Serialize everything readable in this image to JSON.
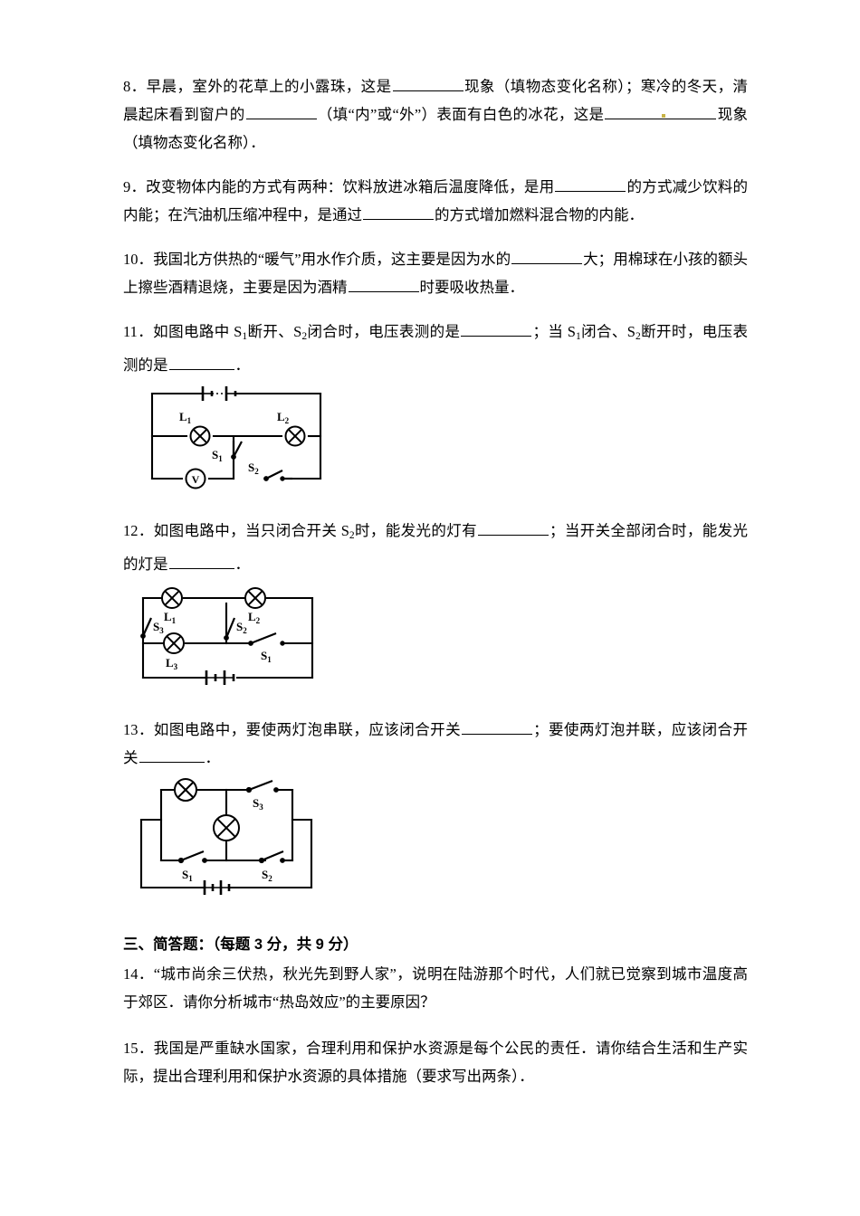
{
  "document": {
    "type": "physics-exam-page",
    "language": "zh-CN"
  },
  "questions": [
    {
      "id": "q8",
      "number": "8",
      "sep": "．",
      "parts": [
        {
          "t": "text",
          "v": "早晨，室外的花草上的小露珠，这是"
        },
        {
          "t": "blank",
          "w": "w1"
        },
        {
          "t": "text",
          "v": "现象（填物态变化名称）；寒冷的冬天，清晨起床看到窗户的"
        },
        {
          "t": "blank",
          "w": "w1"
        },
        {
          "t": "text",
          "v": "（填“内”或“外”）表面有白色的冰花，这是"
        },
        {
          "t": "blank",
          "w": "w3"
        },
        {
          "t": "speck"
        },
        {
          "t": "blank",
          "w": "w4"
        },
        {
          "t": "text",
          "v": "现象（填物态变化名称）．"
        }
      ],
      "full_text": "8．早晨，室外的花草上的小露珠，这是________现象（填物态变化名称）；寒冷的冬天，清晨起床看到窗户的________（填“内”或“外”）表面有白色的冰花，这是__________现象（填物态变化名称）．"
    },
    {
      "id": "q9",
      "number": "9",
      "sep": "．",
      "parts": [
        {
          "t": "text",
          "v": "改变物体内能的方式有两种：饮料放进冰箱后温度降低，是用"
        },
        {
          "t": "blank",
          "w": "w1"
        },
        {
          "t": "text",
          "v": "的方式减少饮料的内能；在汽油机压缩冲程中，是通过"
        },
        {
          "t": "blank",
          "w": "w1"
        },
        {
          "t": "text",
          "v": "的方式增加燃料混合物的内能．"
        }
      ],
      "full_text": "9．改变物体内能的方式有两种：饮料放进冰箱后温度降低，是用________的方式减少饮料的内能；在汽油机压缩冲程中，是通过________的方式增加燃料混合物的内能．"
    },
    {
      "id": "q10",
      "number": "10",
      "sep": "．",
      "parts": [
        {
          "t": "text",
          "v": "我国北方供热的“暖气”用水作介质，这主要是因为水的"
        },
        {
          "t": "blank",
          "w": "w1"
        },
        {
          "t": "text",
          "v": "大；用棉球在小孩的额头上擦些酒精退烧，主要是因为酒精"
        },
        {
          "t": "blank",
          "w": "w1"
        },
        {
          "t": "text",
          "v": "时要吸收热量．"
        }
      ],
      "full_text": "10．我国北方供热的“暖气”用水作介质，这主要是因为水的________大；用棉球在小孩的额头上擦些酒精退烧，主要是因为酒精________时要吸收热量．"
    },
    {
      "id": "q11",
      "number": "11",
      "sep": "．",
      "parts": [
        {
          "t": "text",
          "v": "如图电路中 S"
        },
        {
          "t": "sub",
          "v": "1"
        },
        {
          "t": "text",
          "v": "断开、S"
        },
        {
          "t": "sub",
          "v": "2"
        },
        {
          "t": "text",
          "v": "闭合时，电压表测的是"
        },
        {
          "t": "blank",
          "w": "w1"
        },
        {
          "t": "text",
          "v": "；当 S"
        },
        {
          "t": "sub",
          "v": "1"
        },
        {
          "t": "text",
          "v": "闭合、S"
        },
        {
          "t": "sub",
          "v": "2"
        },
        {
          "t": "text",
          "v": "断开时，电压表测的是"
        },
        {
          "t": "blank",
          "w": "w2"
        },
        {
          "t": "text",
          "v": "．"
        }
      ],
      "full_text": "11．如图电路中S₁断开、S₂闭合时，电压表测的是________；当S₁闭合、S₂断开时，电压表测的是________．",
      "figure": "circuit-11"
    },
    {
      "id": "q12",
      "number": "12",
      "sep": "．",
      "parts": [
        {
          "t": "text",
          "v": "如图电路中，当只闭合开关 S"
        },
        {
          "t": "sub",
          "v": "2"
        },
        {
          "t": "text",
          "v": "时，能发光的灯有"
        },
        {
          "t": "blank",
          "w": "w1"
        },
        {
          "t": "text",
          "v": "；当开关全部闭合时，能发光的灯是"
        },
        {
          "t": "blank",
          "w": "w2"
        },
        {
          "t": "text",
          "v": "．"
        }
      ],
      "full_text": "12．如图电路中，当只闭合开关S₂时，能发光的灯有________；当开关全部闭合时，能发光的灯是________．",
      "figure": "circuit-12"
    },
    {
      "id": "q13",
      "number": "13",
      "sep": "．",
      "parts": [
        {
          "t": "text",
          "v": "如图电路中，要使两灯泡串联，应该闭合开关"
        },
        {
          "t": "blank",
          "w": "w1"
        },
        {
          "t": "text",
          "v": "；要使两灯泡并联，应该闭合开关"
        },
        {
          "t": "blank",
          "w": "w2"
        },
        {
          "t": "text",
          "v": "．"
        }
      ],
      "full_text": "13．如图电路中，要使两灯泡串联，应该闭合开关________；要使两灯泡并联，应该闭合开关________．",
      "figure": "circuit-13"
    }
  ],
  "section_three": {
    "heading": "三、简答题：（每题 3 分，共 9 分）",
    "questions": [
      {
        "id": "q14",
        "number": "14",
        "sep": "．",
        "full_text": "14．“城市尚余三伏热，秋光先到野人家”，说明在陆游那个时代，人们就已觉察到城市温度高于郊区．请你分析城市“热岛效应”的主要原因？",
        "has_speck": true
      },
      {
        "id": "q15",
        "number": "15",
        "sep": "．",
        "full_text": "15．我国是严重缺水国家，合理利用和保护水资源是每个公民的责任．请你结合生活和生产实际，提出合理利用和保护水资源的具体措施（要求写出两条）．",
        "has_speck": false
      }
    ]
  },
  "figures": {
    "circuit-11": {
      "caption": "circuit diagram with battery, two lamps, voltmeter and two switches",
      "labels": [
        "L1",
        "L2",
        "S1",
        "S2",
        "V"
      ],
      "components": [
        "battery",
        "lamp",
        "lamp",
        "voltmeter",
        "switch",
        "switch"
      ]
    },
    "circuit-12": {
      "caption": "circuit diagram with three lamps, three switches and battery",
      "labels": [
        "L1",
        "L2",
        "L3",
        "S1",
        "S2",
        "S3"
      ],
      "components": [
        "battery",
        "lamp",
        "lamp",
        "lamp",
        "switch",
        "switch",
        "switch"
      ]
    },
    "circuit-13": {
      "caption": "circuit diagram with two lamps, three switches and battery",
      "labels": [
        "S1",
        "S2",
        "S3"
      ],
      "components": [
        "battery",
        "lamp",
        "lamp",
        "switch",
        "switch",
        "switch"
      ]
    }
  },
  "colors": {
    "ink": "#000000",
    "paper": "#ffffff",
    "scan_speck": "#c9b447"
  }
}
